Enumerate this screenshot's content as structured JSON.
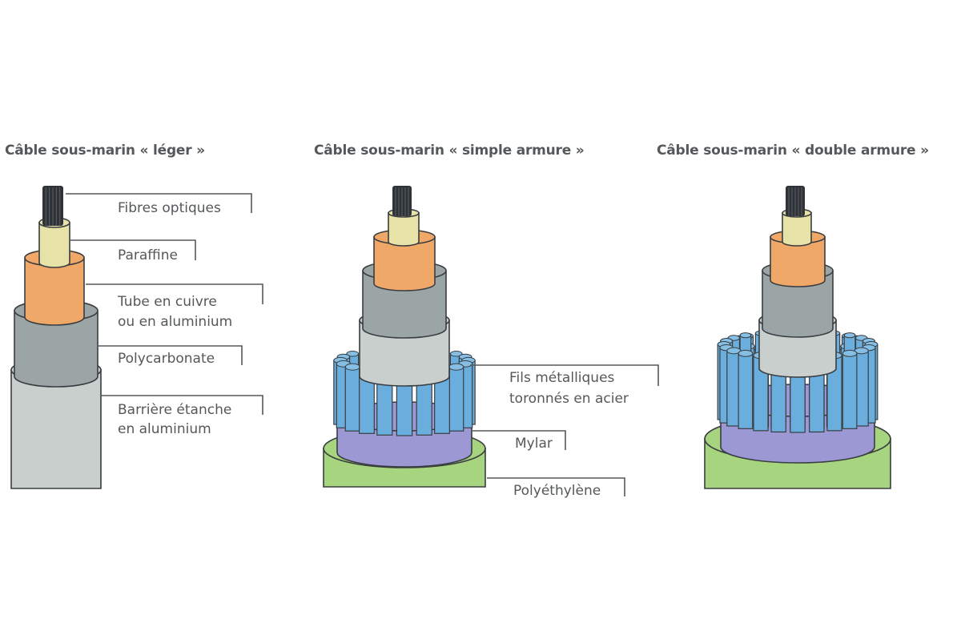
{
  "colors": {
    "fiber": "#2f3338",
    "paraffin": "#e6e2a8",
    "copper_tube": "#f0a868",
    "polycarbonate": "#9ba5a5",
    "aluminium_barrier": "#c8cfcd",
    "steel_wires": "#6aaede",
    "mylar": "#9b98d4",
    "polyethylene": "#a7d57f",
    "outline": "#3a3d40",
    "leader_line": "#55585b",
    "text": "#55585b"
  },
  "cables": [
    {
      "title": "Câble sous-marin « léger »",
      "labels": [
        "Fibres optiques",
        "Paraffine",
        "Tube en cuivre",
        "ou en aluminium",
        "Polycarbonate",
        "Barrière étanche",
        "en aluminium"
      ]
    },
    {
      "title": "Câble sous-marin « simple armure »",
      "labels": [
        "Fils métalliques",
        "toronnés en acier",
        "Mylar",
        "Polyéthylène"
      ]
    },
    {
      "title": "Câble sous-marin « double armure »",
      "labels": []
    }
  ]
}
